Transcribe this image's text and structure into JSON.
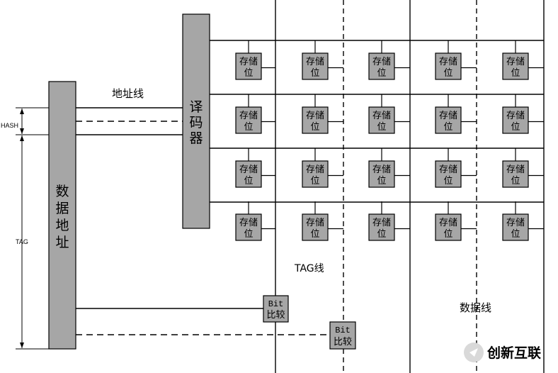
{
  "labels": {
    "hash": "HASH",
    "tag": "TAG",
    "address_block": [
      "数",
      "据",
      "地",
      "址"
    ],
    "decoder_block": [
      "译",
      "码",
      "器"
    ],
    "address_line": "地址线",
    "tag_line": "TAG线",
    "data_line": "数据线"
  },
  "cell": {
    "line1": "存储",
    "line2": "位"
  },
  "grid": {
    "rows": 4,
    "cols": 5
  },
  "comparators": [
    {
      "line1": "Bit",
      "line2": "比较"
    },
    {
      "line1": "Bit",
      "line2": "比较"
    }
  ],
  "watermark": {
    "text": "创新互联"
  },
  "colors": {
    "block_fill": "#a6a6a6",
    "cell_fill": "#a6a6a6",
    "line": "#000000",
    "watermark": "#cfcfcf"
  }
}
